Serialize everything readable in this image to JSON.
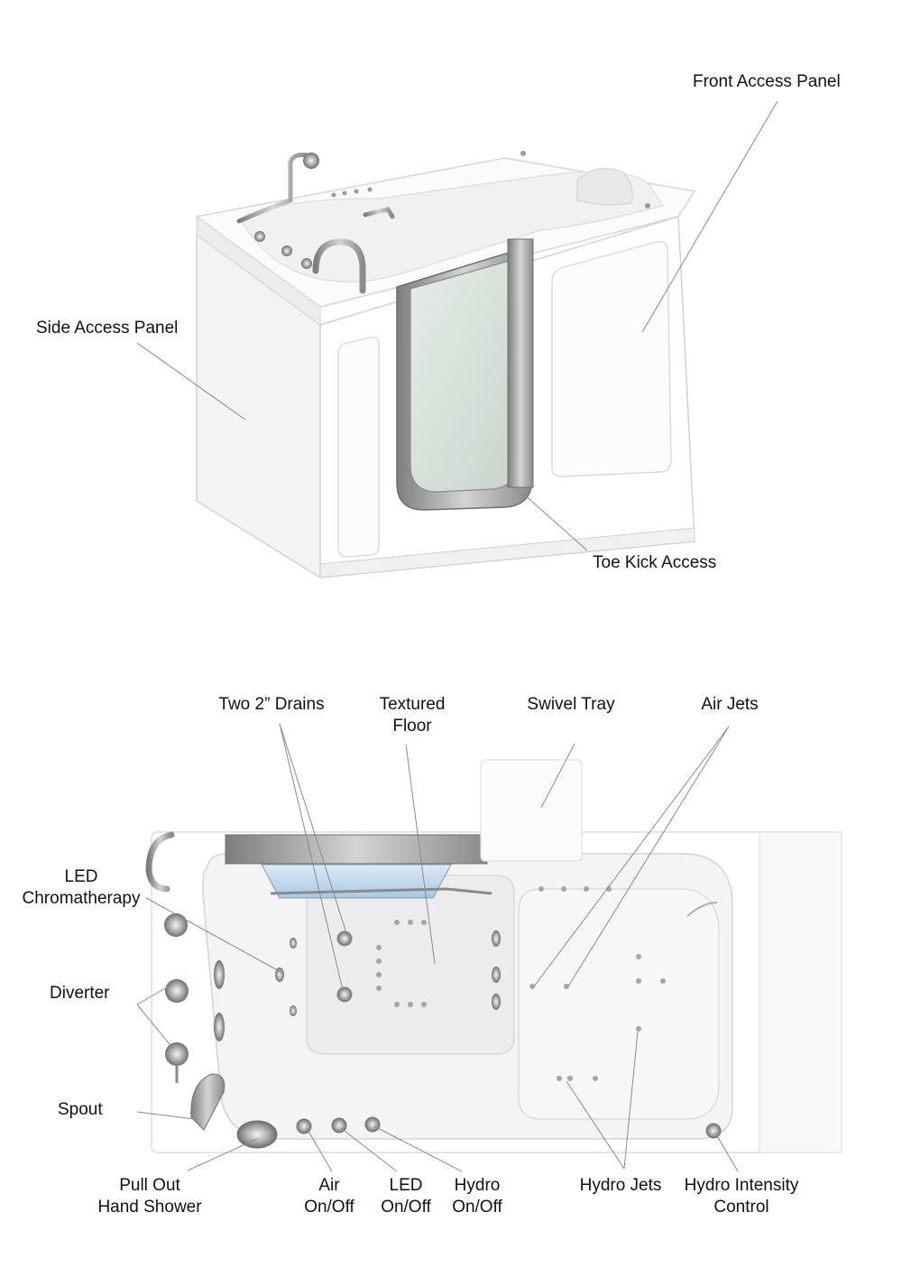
{
  "top_diagram": {
    "labels": {
      "front_access_panel": "Front Access Panel",
      "side_access_panel": "Side Access Panel",
      "toe_kick_access": "Toe Kick Access"
    }
  },
  "bottom_diagram": {
    "labels": {
      "two_drains": "Two 2” Drains",
      "textured_floor": "Textured\nFloor",
      "swivel_tray": "Swivel Tray",
      "air_jets": "Air Jets",
      "led_chromatherapy": "LED\nChromatherapy",
      "diverter": "Diverter",
      "spout": "Spout",
      "pull_out_hand_shower": "Pull Out\nHand Shower",
      "air_on_off": "Air\nOn/Off",
      "led_on_off": "LED\nOn/Off",
      "hydro_on_off": "Hydro\nOn/Off",
      "hydro_jets": "Hydro Jets",
      "hydro_intensity_control": "Hydro Intensity\nControl"
    }
  },
  "colors": {
    "leader_line": "#8a8a8a",
    "tub_outline": "#c9c9c9",
    "chrome": "#9a9a9a",
    "glass": "#d6e0d8"
  }
}
